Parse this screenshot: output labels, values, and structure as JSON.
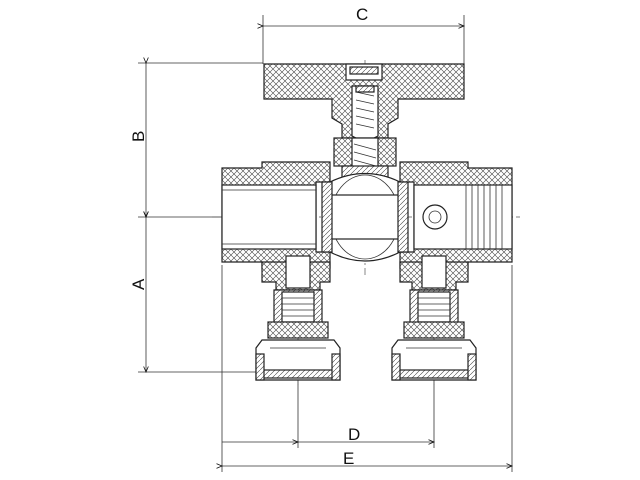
{
  "diagram": {
    "dimensions": {
      "a": "A",
      "b": "B",
      "c": "C",
      "d": "D",
      "e": "E"
    }
  }
}
